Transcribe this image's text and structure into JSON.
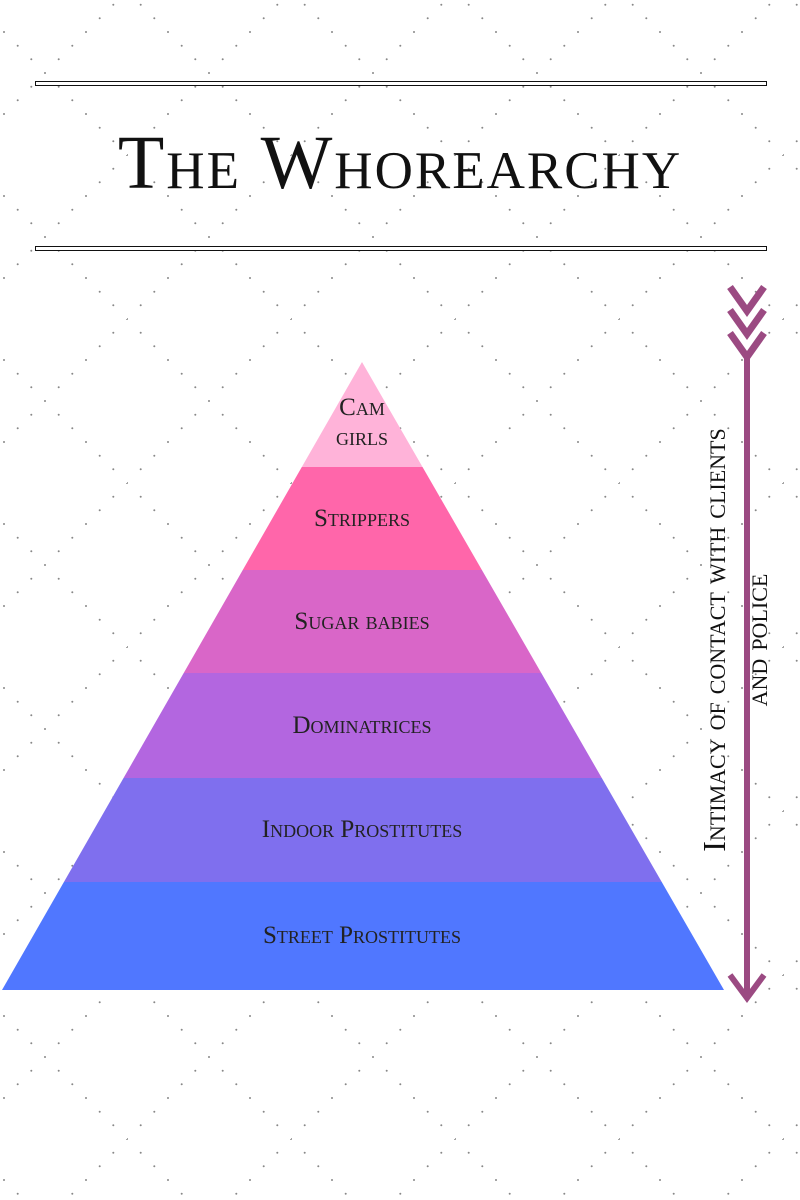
{
  "title": "The Whorearchy",
  "tiers": [
    {
      "label": "Cam girls",
      "color": "#ffb3d9"
    },
    {
      "label": "Strippers",
      "color": "#ff66aa"
    },
    {
      "label": "Sugar babies",
      "color": "#d966c8"
    },
    {
      "label": "Dominatrices",
      "color": "#b366e0"
    },
    {
      "label": "Indoor Prostitutes",
      "color": "#7f6fee"
    },
    {
      "label": "Street Prostitutes",
      "color": "#5077ff"
    }
  ],
  "axis_label_line1": "Intimacy of contact with clients",
  "axis_label_line2": "and police",
  "arrow_color": "#9b4a82"
}
